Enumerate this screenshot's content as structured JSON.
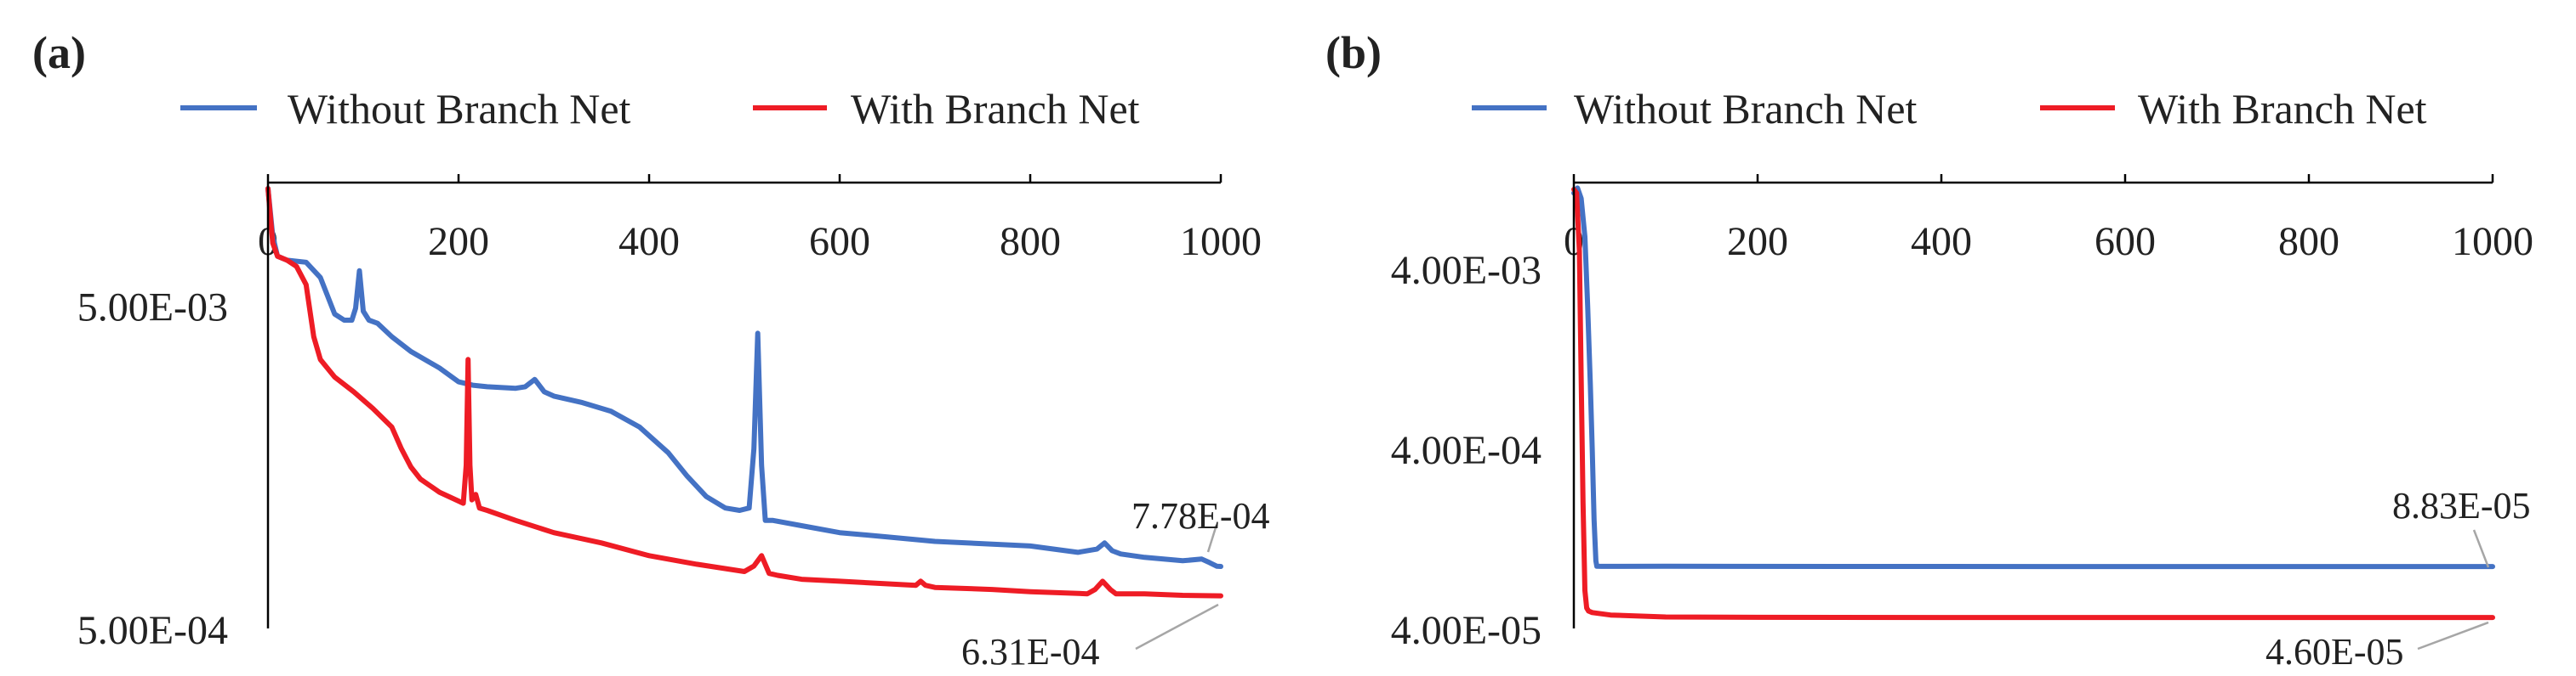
{
  "chart_data": [
    {
      "type": "line",
      "panel_label": "(a)",
      "x_ticks": [
        "0",
        "200",
        "400",
        "600",
        "800",
        "1000"
      ],
      "x_tick_values": [
        0,
        200,
        400,
        600,
        800,
        1000
      ],
      "xlim": [
        0,
        1000
      ],
      "y_scale": "log",
      "ylim": [
        0.0005,
        0.012
      ],
      "y_ticks": [
        "5.00E-03",
        "5.00E-04"
      ],
      "y_tick_values": [
        0.005,
        0.0005
      ],
      "legend_position": "top",
      "series": [
        {
          "name": "Without Branch Net",
          "color": "#4472c4",
          "x": [
            0,
            5,
            10,
            20,
            40,
            55,
            70,
            80,
            88,
            92,
            96,
            100,
            106,
            115,
            130,
            150,
            180,
            200,
            215,
            230,
            260,
            270,
            280,
            290,
            300,
            330,
            360,
            390,
            420,
            440,
            460,
            480,
            495,
            505,
            510,
            514,
            518,
            522,
            530,
            560,
            600,
            650,
            700,
            800,
            850,
            870,
            878,
            886,
            895,
            920,
            960,
            980,
            988,
            996,
            1000
          ],
          "y": [
            0.0115,
            0.0082,
            0.0071,
            0.0069,
            0.0068,
            0.0061,
            0.0047,
            0.0045,
            0.0045,
            0.0049,
            0.0064,
            0.0048,
            0.0045,
            0.0044,
            0.004,
            0.0036,
            0.0032,
            0.0029,
            0.00283,
            0.0028,
            0.00277,
            0.0028,
            0.00295,
            0.0027,
            0.00262,
            0.0025,
            0.00235,
            0.0021,
            0.00175,
            0.00148,
            0.00128,
            0.00118,
            0.00116,
            0.00118,
            0.0018,
            0.0041,
            0.0016,
            0.00108,
            0.00108,
            0.00104,
            0.00099,
            0.00096,
            0.00093,
            0.0009,
            0.00086,
            0.00088,
            0.00092,
            0.00087,
            0.00085,
            0.00083,
            0.00081,
            0.00082,
            0.0008,
            0.000779,
            0.000778
          ]
        },
        {
          "name": "With Branch Net",
          "color": "#ee1c25",
          "x": [
            0,
            5,
            10,
            20,
            30,
            40,
            48,
            55,
            70,
            90,
            110,
            130,
            140,
            150,
            160,
            180,
            200,
            205,
            208,
            210,
            212,
            214,
            218,
            222,
            230,
            260,
            300,
            350,
            400,
            450,
            500,
            510,
            518,
            526,
            535,
            560,
            600,
            680,
            685,
            690,
            700,
            760,
            800,
            860,
            868,
            876,
            884,
            890,
            920,
            960,
            1000
          ],
          "y": [
            0.0115,
            0.0078,
            0.0071,
            0.0069,
            0.0066,
            0.0058,
            0.004,
            0.0034,
            0.003,
            0.0027,
            0.0024,
            0.0021,
            0.0018,
            0.00158,
            0.00145,
            0.00132,
            0.00124,
            0.00122,
            0.0016,
            0.0034,
            0.0016,
            0.00125,
            0.0013,
            0.00118,
            0.00116,
            0.00108,
            0.00099,
            0.00092,
            0.00084,
            0.00079,
            0.00075,
            0.00078,
            0.00084,
            0.00074,
            0.00073,
            0.00071,
            0.0007,
            0.00068,
            0.0007,
            0.00068,
            0.00067,
            0.00066,
            0.00065,
            0.00064,
            0.00066,
            0.0007,
            0.00066,
            0.00064,
            0.00064,
            0.000633,
            0.000631
          ]
        }
      ],
      "annotations": [
        {
          "text": "7.78E-04",
          "series": "Without Branch Net",
          "x": 1000,
          "y": 0.000778
        },
        {
          "text": "6.31E-04",
          "series": "With Branch Net",
          "x": 1000,
          "y": 0.000631
        }
      ]
    },
    {
      "type": "line",
      "panel_label": "(b)",
      "x_ticks": [
        "0",
        "200",
        "400",
        "600",
        "800",
        "1000"
      ],
      "x_tick_values": [
        0,
        200,
        400,
        600,
        800,
        1000
      ],
      "xlim": [
        0,
        1000
      ],
      "y_scale": "log",
      "ylim": [
        4e-05,
        0.012
      ],
      "y_ticks": [
        "4.00E-03",
        "4.00E-04",
        "4.00E-05"
      ],
      "y_tick_values": [
        0.004,
        0.0004,
        4e-05
      ],
      "legend_position": "top",
      "series": [
        {
          "name": "Without Branch Net",
          "color": "#4472c4",
          "x": [
            0,
            4,
            8,
            12,
            15,
            18,
            20,
            22,
            24,
            25,
            30,
            100,
            300,
            600,
            1000
          ],
          "y": [
            0.0105,
            0.0112,
            0.0098,
            0.006,
            0.0025,
            0.0009,
            0.0004,
            0.00016,
            9.5e-05,
            8.86e-05,
            8.85e-05,
            8.86e-05,
            8.84e-05,
            8.83e-05,
            8.83e-05
          ]
        },
        {
          "name": "With Branch Net",
          "color": "#ee1c25",
          "x": [
            0,
            3,
            6,
            8,
            10,
            12,
            14,
            16,
            20,
            40,
            100,
            200,
            400,
            700,
            1000
          ],
          "y": [
            0.011,
            0.0105,
            0.005,
            0.001,
            0.0002,
            6.5e-05,
            5.2e-05,
            5e-05,
            4.9e-05,
            4.75e-05,
            4.63e-05,
            4.61e-05,
            4.6e-05,
            4.6e-05,
            4.6e-05
          ]
        }
      ],
      "annotations": [
        {
          "text": "8.83E-05",
          "series": "Without Branch Net",
          "x": 1000,
          "y": 8.83e-05
        },
        {
          "text": "4.60E-05",
          "series": "With Branch Net",
          "x": 1000,
          "y": 4.6e-05
        }
      ]
    }
  ]
}
